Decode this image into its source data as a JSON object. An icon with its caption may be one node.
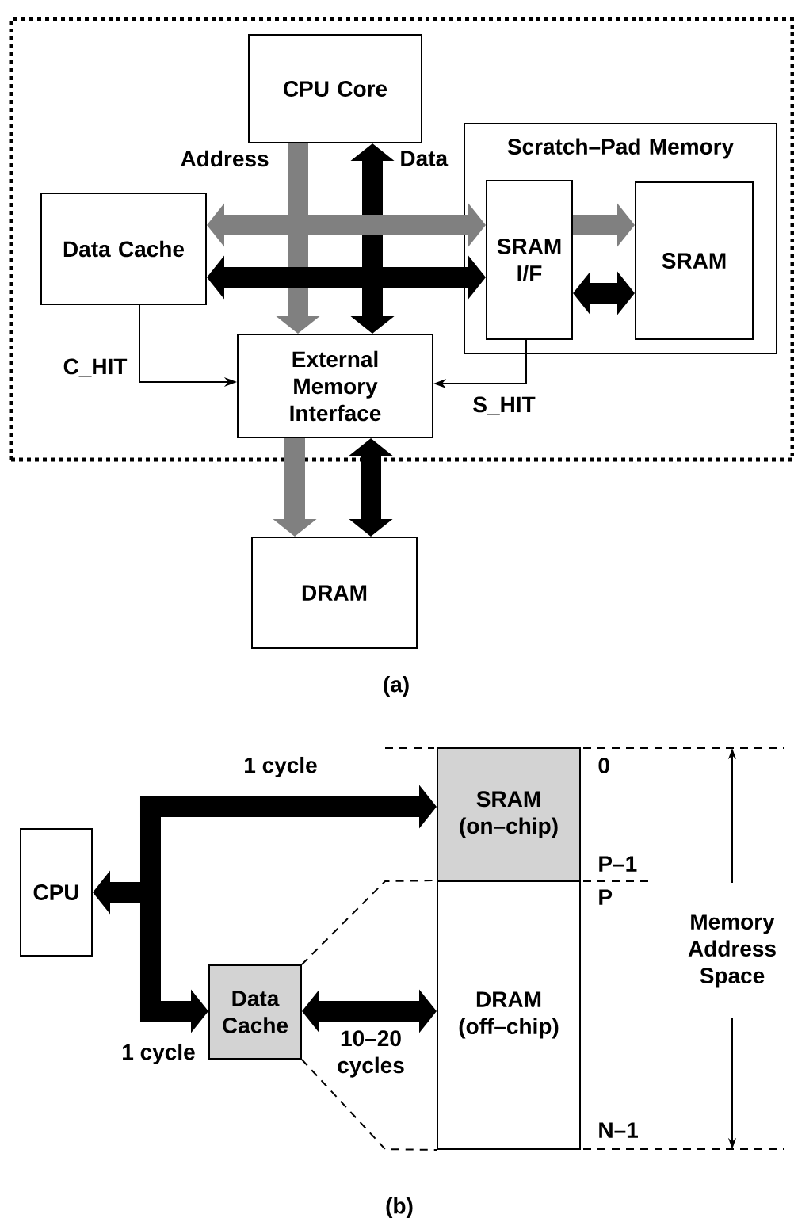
{
  "diagram": {
    "nodes": [
      {
        "text": [],
        "shape": "box"
      },
      {
        "text": [
          "CPU Core"
        ],
        "in": 0
      },
      {
        "text": [
          "Data Cache"
        ],
        "in": 0
      },
      {
        "text": [
          "Scratch–Pad Memory"
        ],
        "in": 0
      },
      {
        "text": [
          "SRAM I/F"
        ],
        "in": 3
      },
      {
        "text": [
          "SRAM"
        ],
        "in": 3
      },
      {
        "text": [
          "External Memory Interface"
        ],
        "in": 0
      },
      {
        "text": [
          "DRAM"
        ]
      },
      {
        "text": [
          "CPU"
        ]
      },
      {
        "text": [
          "Data Cache"
        ]
      },
      {
        "text": [
          "SRAM (on–chip)"
        ]
      },
      {
        "text": [
          "DRAM (off–chip)"
        ]
      }
    ],
    "edges": [
      {
        "from": 1,
        "to": 6,
        "arrow": "to",
        "label": "Address",
        "color": "#808080"
      },
      {
        "from": 1,
        "to": 6,
        "arrow": "both",
        "label": "Data"
      },
      {
        "from": 2,
        "to": 4,
        "arrow": "both",
        "color": "#808080"
      },
      {
        "from": 2,
        "to": 4,
        "arrow": "both"
      },
      {
        "from": 4,
        "to": 5,
        "arrow": "to",
        "color": "#808080"
      },
      {
        "from": 4,
        "to": 5,
        "arrow": "both"
      },
      {
        "from": 2,
        "to": 6,
        "arrow": "to",
        "label": "C_HIT"
      },
      {
        "from": 4,
        "to": 6,
        "arrow": "to",
        "label": "S_HIT"
      },
      {
        "from": 6,
        "to": 7,
        "arrow": "to",
        "color": "#808080"
      },
      {
        "from": 6,
        "to": 7,
        "arrow": "both"
      },
      {
        "from": 8,
        "to": 10,
        "arrow": "both",
        "label": "1 cycle"
      },
      {
        "from": 8,
        "to": 9,
        "arrow": "both",
        "label": "1 cycle"
      },
      {
        "from": 9,
        "to": 11,
        "arrow": "both",
        "label": "10–20 cycles"
      },
      {
        "from": 9,
        "to": 11,
        "arrow": "none",
        "style": "dashed"
      },
      {
        "from": 9,
        "to": 11,
        "arrow": "none",
        "style": "dashed"
      }
    ],
    "labels": [
      "(a)",
      "0",
      "P–1",
      "P",
      "N–1",
      "Memory Address Space",
      "(b)"
    ]
  }
}
